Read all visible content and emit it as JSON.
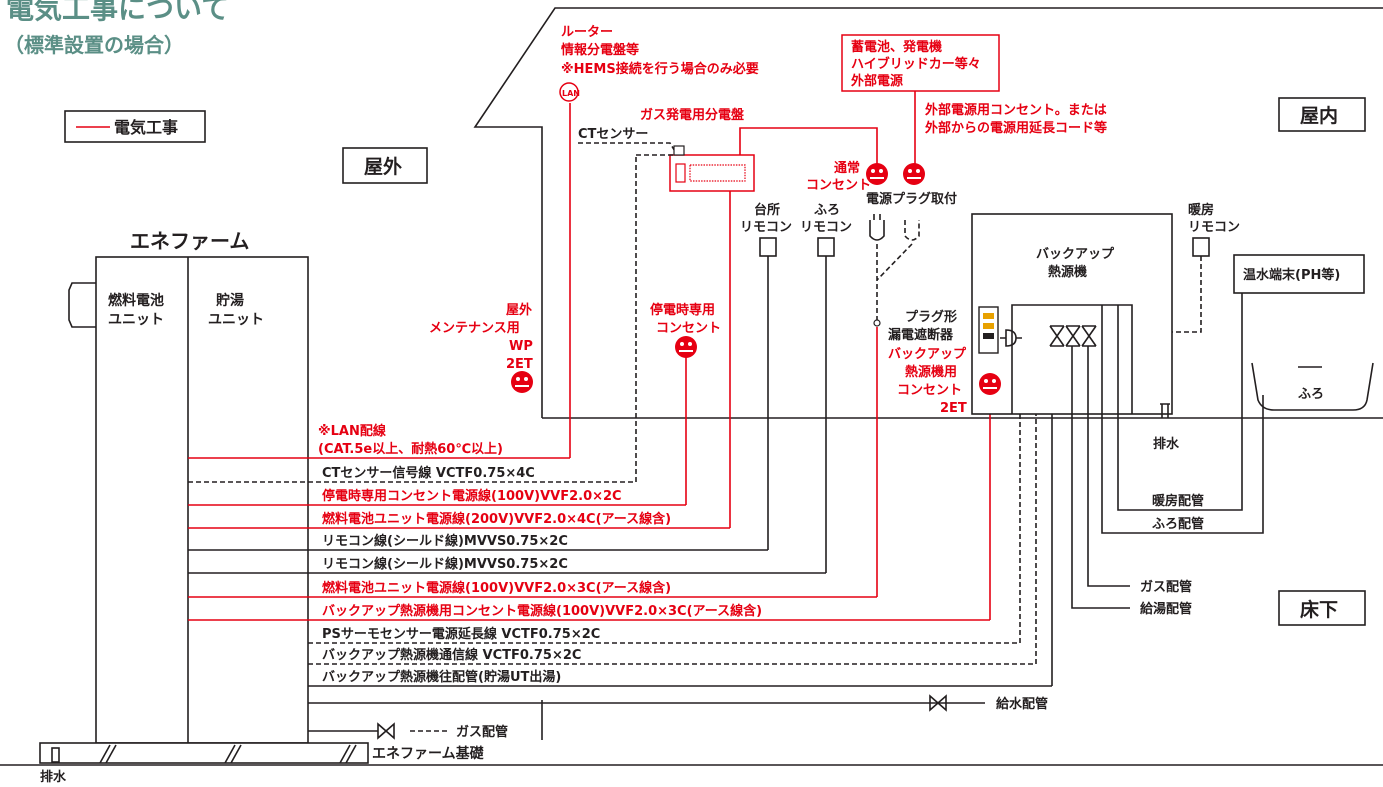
{
  "header": {
    "title": "電気工事について",
    "subtitle": "（標準設置の場合）"
  },
  "legend": {
    "label": "電気工事"
  },
  "zones": {
    "outdoor": "屋外",
    "indoor": "屋内",
    "underfloor": "床下"
  },
  "enefarm": {
    "title": "エネファーム",
    "fuel_cell_1": "燃料電池",
    "fuel_cell_2": "ユニット",
    "storage_1": "貯湯",
    "storage_2": "ユニット",
    "foundation": "エネファーム基礎",
    "drain": "排水"
  },
  "labels": {
    "router_1": "ルーター",
    "router_2": "情報分電盤等",
    "router_3": "※HEMS接続を行う場合のみ必要",
    "lan_icon": "LAN",
    "panel": "ガス発電用分電盤",
    "ct_sensor": "CTセンサー",
    "battery_1": "蓄電池、発電機",
    "battery_2": "ハイブリッドカー等々",
    "battery_3": "外部電源",
    "ext_outlet_1": "外部電源用コンセント。または",
    "ext_outlet_2": "外部からの電源用延長コード等",
    "normal_outlet_1": "通常",
    "normal_outlet_2": "コンセント",
    "plug_install": "電源プラグ取付",
    "kitchen_remote_1": "台所",
    "kitchen_remote_2": "リモコン",
    "bath_remote_1": "ふろ",
    "bath_remote_2": "リモコン",
    "heating_remote_1": "暖房",
    "heating_remote_2": "リモコン",
    "backup_1": "バックアップ",
    "backup_2": "熱源機",
    "hot_water_terminal": "温水端末(PH等)",
    "bath": "ふろ",
    "outdoor_maint_1": "屋外",
    "outdoor_maint_2": "メンテナンス用",
    "outdoor_maint_3": "WP",
    "outdoor_maint_4": "2ET",
    "blackout_1": "停電時専用",
    "blackout_2": "コンセント",
    "breaker_1": "プラグ形",
    "breaker_2": "漏電遮断器",
    "backup_outlet_1": "バックアップ",
    "backup_outlet_2": "熱源機用",
    "backup_outlet_3": "コンセント",
    "backup_outlet_4": "2ET",
    "drain": "排水",
    "heating_pipe": "暖房配管",
    "bath_pipe": "ふろ配管",
    "gas_pipe": "ガス配管",
    "hot_supply_pipe": "給湯配管",
    "water_pipe": "給水配管",
    "enefarm_gas_pipe": "ガス配管"
  },
  "wiring": [
    {
      "text": "※LAN配線",
      "color": "red"
    },
    {
      "text": "(CAT.5e以上、耐熱60℃以上)",
      "color": "red"
    },
    {
      "text": "CTセンサー信号線 VCTF0.75×4C",
      "color": "black"
    },
    {
      "text": "停電時専用コンセント電源線(100V)VVF2.0×2C",
      "color": "red"
    },
    {
      "text": "燃料電池ユニット電源線(200V)VVF2.0×4C(アース線含)",
      "color": "red"
    },
    {
      "text": "リモコン線(シールド線)MVVS0.75×2C",
      "color": "black"
    },
    {
      "text": "リモコン線(シールド線)MVVS0.75×2C",
      "color": "black"
    },
    {
      "text": "燃料電池ユニット電源線(100V)VVF2.0×3C(アース線含)",
      "color": "red"
    },
    {
      "text": "バックアップ熱源機用コンセント電源線(100V)VVF2.0×3C(アース線含)",
      "color": "red"
    },
    {
      "text": "PSサーモセンサー電源延長線 VCTF0.75×2C",
      "color": "black"
    },
    {
      "text": "バックアップ熱源機通信線 VCTF0.75×2C",
      "color": "black"
    },
    {
      "text": "バックアップ熱源機往配管(貯湯UT出湯)",
      "color": "black"
    }
  ],
  "colors": {
    "red": "#e60012",
    "black": "#231f20",
    "teal": "#5b8f86"
  }
}
